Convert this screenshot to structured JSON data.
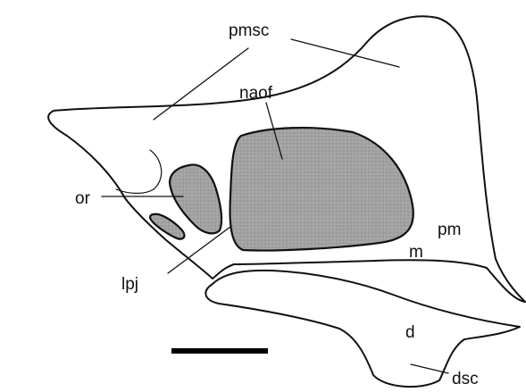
{
  "labels": {
    "pmsc": "pmsc",
    "naof": "naof",
    "or": "or",
    "lpj": "lpj",
    "pm": "pm",
    "m": "m",
    "d": "d",
    "dsc": "dsc"
  },
  "colors": {
    "fenestra_fill": "#9a9a9a",
    "outline": "#111111",
    "background": "#ffffff"
  }
}
